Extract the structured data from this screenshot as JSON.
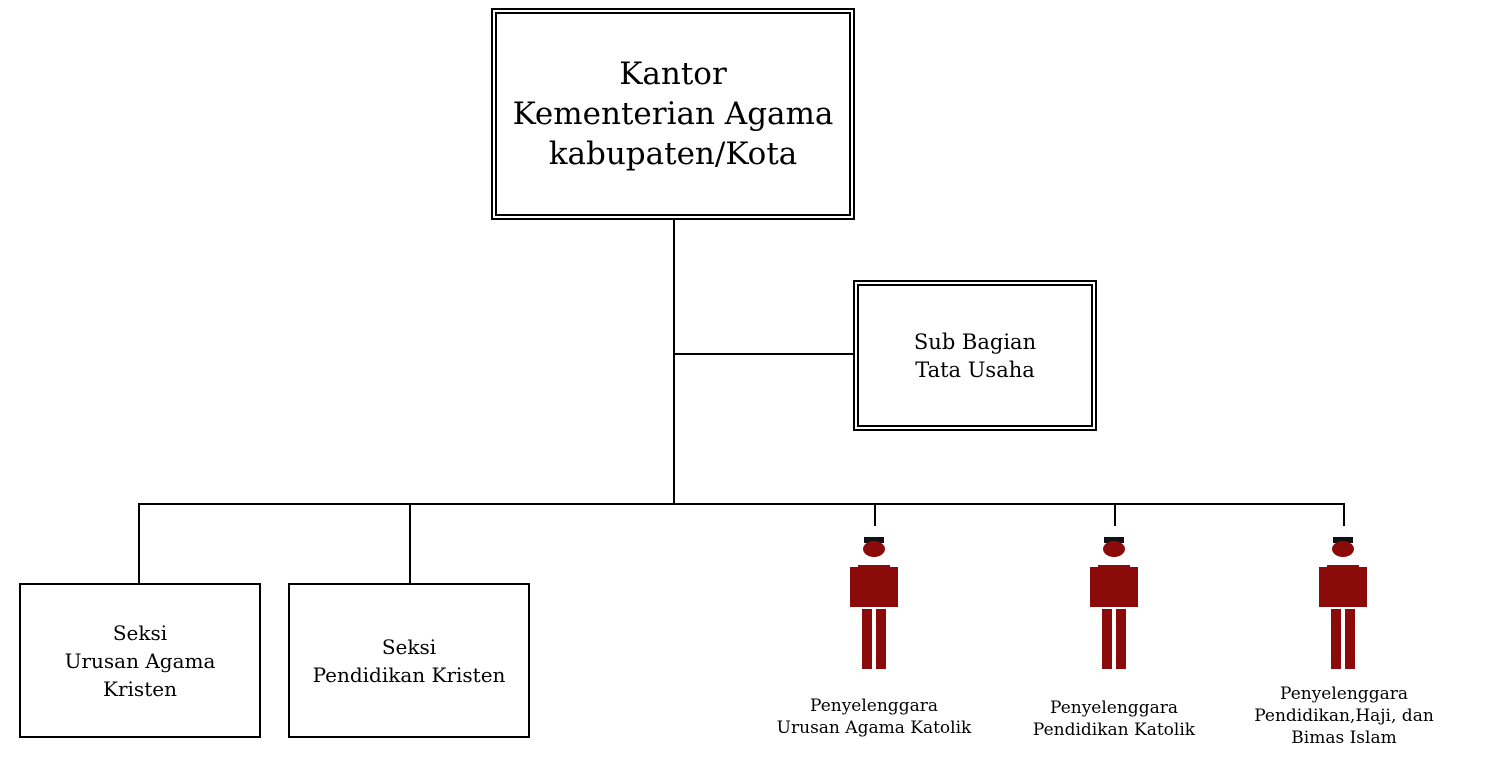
{
  "top": {
    "lines": [
      "Kantor",
      "Kementerian Agama",
      "kabupaten/Kota"
    ]
  },
  "sub": {
    "lines": [
      "Sub Bagian",
      "Tata Usaha"
    ]
  },
  "seksi1": {
    "lines": [
      "Seksi",
      "Urusan Agama",
      "Kristen"
    ]
  },
  "seksi2": {
    "lines": [
      "Seksi",
      "Pendidikan Kristen"
    ]
  },
  "p1": {
    "lines": [
      "Penyelenggara",
      "Urusan Agama Katolik"
    ]
  },
  "p2": {
    "lines": [
      "Penyelenggara",
      "Pendidikan Katolik"
    ]
  },
  "p3": {
    "lines": [
      "Penyelenggara",
      "Pendidikan,Haji, dan",
      "Bimas Islam"
    ]
  },
  "colors": {
    "person_body": "#8b0a0a",
    "person_hat": "#111111"
  },
  "icons": {
    "person": "person-icon"
  }
}
